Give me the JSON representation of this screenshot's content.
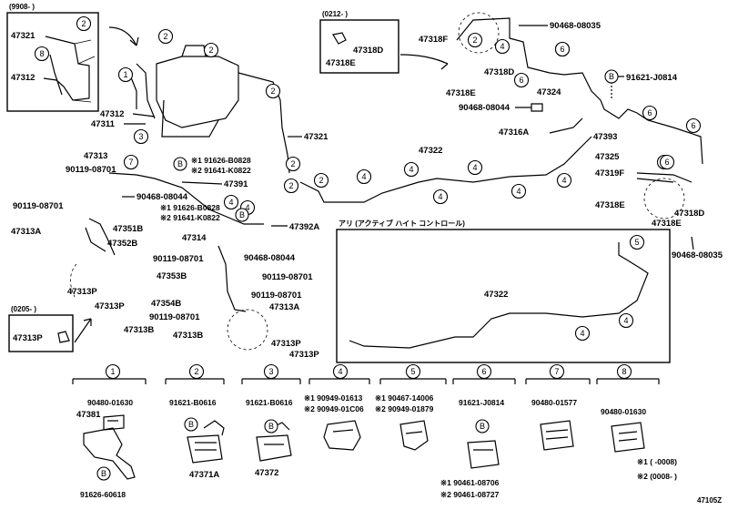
{
  "diagram": {
    "inset_tl": {
      "date": "(9908-        )"
    },
    "inset_tc": {
      "date": "(0212-        )"
    },
    "inset_bl": {
      "date": "(0205-        )"
    },
    "active_box": {
      "title": "アリ (アクティブ  ハイト  コントロール)"
    },
    "footer": {
      "note1": "※1 (      -0008)",
      "note2": "※2 (0008-      )",
      "fig": "47105Z"
    },
    "labels": [
      {
        "id": "l01",
        "text": "47321"
      },
      {
        "id": "l02",
        "text": "47312"
      },
      {
        "id": "l03",
        "text": "47318D"
      },
      {
        "id": "l04",
        "text": "47318E"
      },
      {
        "id": "l05",
        "text": "47318F"
      },
      {
        "id": "l06",
        "text": "90468-08035"
      },
      {
        "id": "l07",
        "text": "47318D"
      },
      {
        "id": "l08",
        "text": "47318E"
      },
      {
        "id": "l09",
        "text": "47324"
      },
      {
        "id": "l10",
        "text": "91621-J0814"
      },
      {
        "id": "l11",
        "text": "90468-08044"
      },
      {
        "id": "l12",
        "text": "47312"
      },
      {
        "id": "l13",
        "text": "47311"
      },
      {
        "id": "l14",
        "text": "47321"
      },
      {
        "id": "l15",
        "text": "47316A"
      },
      {
        "id": "l16",
        "text": "47393"
      },
      {
        "id": "l17",
        "text": "47313"
      },
      {
        "id": "l18",
        "text": "90119-08701"
      },
      {
        "id": "l19",
        "text": "91626-B0828"
      },
      {
        "id": "l20",
        "text": "91641-K0822"
      },
      {
        "id": "l21",
        "text": "47391"
      },
      {
        "id": "l22",
        "text": "47322"
      },
      {
        "id": "l23",
        "text": "47325"
      },
      {
        "id": "l24",
        "text": "47319F"
      },
      {
        "id": "l25",
        "text": "90119-08701"
      },
      {
        "id": "l26",
        "text": "90468-08044"
      },
      {
        "id": "l27",
        "text": "91626-B0828"
      },
      {
        "id": "l28",
        "text": "91641-K0822"
      },
      {
        "id": "l29",
        "text": "47318E"
      },
      {
        "id": "l30",
        "text": "47318D"
      },
      {
        "id": "l31",
        "text": "47318E"
      },
      {
        "id": "l32",
        "text": "47313A"
      },
      {
        "id": "l33",
        "text": "47351B"
      },
      {
        "id": "l34",
        "text": "47392A"
      },
      {
        "id": "l35",
        "text": "47352B"
      },
      {
        "id": "l36",
        "text": "47314"
      },
      {
        "id": "l37",
        "text": "90468-08044"
      },
      {
        "id": "l38",
        "text": "90468-08035"
      },
      {
        "id": "l39",
        "text": "90119-08701"
      },
      {
        "id": "l40",
        "text": "47353B"
      },
      {
        "id": "l41",
        "text": "90119-08701"
      },
      {
        "id": "l42",
        "text": "47313P"
      },
      {
        "id": "l43",
        "text": "47313P"
      },
      {
        "id": "l44",
        "text": "90119-08701"
      },
      {
        "id": "l45",
        "text": "47354B"
      },
      {
        "id": "l46",
        "text": "47313A"
      },
      {
        "id": "l47",
        "text": "47313B"
      },
      {
        "id": "l48",
        "text": "90119-08701"
      },
      {
        "id": "l49",
        "text": "47313B"
      },
      {
        "id": "l50",
        "text": "47313P"
      },
      {
        "id": "l51",
        "text": "47313P"
      },
      {
        "id": "l52",
        "text": "47313P"
      },
      {
        "id": "l53",
        "text": "47322"
      }
    ],
    "parts_table": [
      {
        "num": "1",
        "pn": "90480-01630",
        "sub": "47381",
        "bottom": "91626-60618"
      },
      {
        "num": "2",
        "pn": "91621-B0616",
        "sub": "",
        "bottom": "47371A"
      },
      {
        "num": "3",
        "pn": "91621-B0616",
        "sub": "",
        "bottom": "47372"
      },
      {
        "num": "4",
        "pn": "※1 90949-01613",
        "pn2": "※2 90949-01C06",
        "sub": "",
        "bottom": ""
      },
      {
        "num": "5",
        "pn": "※1 90467-14006",
        "pn2": "※2 90949-01879",
        "sub": "",
        "bottom": ""
      },
      {
        "num": "6",
        "pn": "91621-J0814",
        "sub": "",
        "bottom": "",
        "b1": "※1  90461-08706",
        "b2": "※2  90461-08727"
      },
      {
        "num": "7",
        "pn": "90480-01577",
        "sub": "",
        "bottom": ""
      },
      {
        "num": "8",
        "pn": "90480-01630",
        "sub": "",
        "bottom": ""
      }
    ],
    "callouts": [
      {
        "id": "c01",
        "n": "2"
      },
      {
        "id": "c02",
        "n": "8"
      },
      {
        "id": "c03",
        "n": "2"
      },
      {
        "id": "c04",
        "n": "2"
      },
      {
        "id": "c05",
        "n": "1"
      },
      {
        "id": "c06",
        "n": "2"
      },
      {
        "id": "c07",
        "n": "3"
      },
      {
        "id": "c08",
        "n": "2"
      },
      {
        "id": "c09",
        "n": "2"
      },
      {
        "id": "c10",
        "n": "7"
      },
      {
        "id": "c11",
        "n": "2"
      },
      {
        "id": "c12",
        "n": "4"
      },
      {
        "id": "c13",
        "n": "4"
      },
      {
        "id": "c14",
        "n": "4"
      },
      {
        "id": "c15",
        "n": "4"
      },
      {
        "id": "c16",
        "n": "4"
      },
      {
        "id": "c17",
        "n": "4"
      },
      {
        "id": "c18",
        "n": "4"
      },
      {
        "id": "c19",
        "n": "4"
      },
      {
        "id": "c20",
        "n": "6"
      },
      {
        "id": "c21",
        "n": "6"
      },
      {
        "id": "c22",
        "n": "6"
      },
      {
        "id": "c23",
        "n": "6"
      },
      {
        "id": "c24",
        "n": "6"
      },
      {
        "id": "c25",
        "n": "5"
      },
      {
        "id": "c26",
        "n": "4"
      },
      {
        "id": "c27",
        "n": "4"
      },
      {
        "id": "c28",
        "n": "4"
      },
      {
        "id": "c29",
        "n": "2"
      },
      {
        "id": "c30",
        "n": "6"
      },
      {
        "id": "c31",
        "n": "6"
      }
    ],
    "b_markers": [
      {
        "id": "b01",
        "t": "B"
      },
      {
        "id": "b02",
        "t": "B"
      },
      {
        "id": "b03",
        "t": "B"
      },
      {
        "id": "b04",
        "t": "B"
      },
      {
        "id": "b05",
        "t": "B"
      },
      {
        "id": "b06",
        "t": "B"
      },
      {
        "id": "b07",
        "t": "B"
      }
    ]
  }
}
